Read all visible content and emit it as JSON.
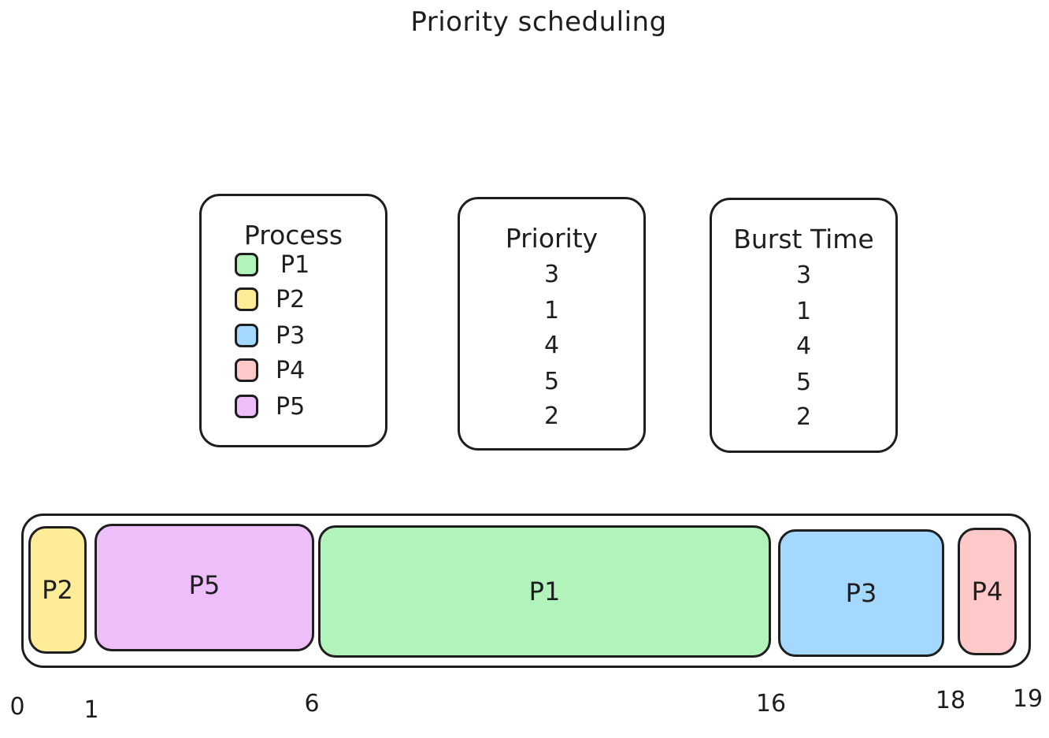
{
  "title": "Priority scheduling",
  "process_table": {
    "header": "Process",
    "items": [
      {
        "label": "P1",
        "color": "#b2f2bb"
      },
      {
        "label": "P2",
        "color": "#ffec99"
      },
      {
        "label": "P3",
        "color": "#a5d8ff"
      },
      {
        "label": "P4",
        "color": "#ffc9c9"
      },
      {
        "label": "P5",
        "color": "#eebefa"
      }
    ]
  },
  "priority_table": {
    "header": "Priority",
    "values": [
      "3",
      "1",
      "4",
      "5",
      "2"
    ]
  },
  "burst_table": {
    "header": "Burst Time",
    "values": [
      "3",
      "1",
      "4",
      "5",
      "2"
    ]
  },
  "gantt": {
    "segments": [
      {
        "label": "P2",
        "start": 0,
        "end": 1,
        "color": "#ffec99"
      },
      {
        "label": "P5",
        "start": 1,
        "end": 6,
        "color": "#eebefa"
      },
      {
        "label": "P1",
        "start": 6,
        "end": 16,
        "color": "#b2f2bb"
      },
      {
        "label": "P3",
        "start": 16,
        "end": 18,
        "color": "#a5d8ff"
      },
      {
        "label": "P4",
        "start": 18,
        "end": 19,
        "color": "#ffc9c9"
      }
    ],
    "ticks": [
      "0",
      "1",
      "6",
      "16",
      "18",
      "19"
    ]
  }
}
